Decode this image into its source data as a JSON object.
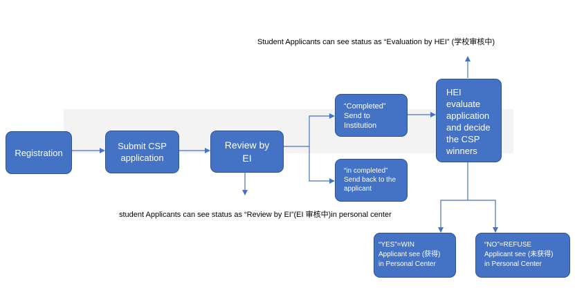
{
  "captions": {
    "top": "Student Applicants can see status as “Evaluation by HEI”  (学校审核中)",
    "bottom": "student Applicants can see status as “Review by EI”(EI 审核中)in personal center"
  },
  "nodes": {
    "registration": "Registration",
    "submit": "Submit CSP\napplication",
    "review": "Review by\nEI",
    "completed": "“Completed”\nSend to\nInstitution",
    "incompleted": "“in completed”\nSend back to the\napplicant",
    "hei": "HEI\nevaluate\napplication\nand decide\nthe CSP\nwinners",
    "win": "“YES”=WIN\n  Applicant see (获得)\n in Personal Center",
    "refuse": "“NO”=REFUSE\n  Applicant see (未获得)\n in Personal Center"
  },
  "colors": {
    "box_fill": "#4472c4",
    "box_border": "#2f528f",
    "arrow": "#4472c4"
  }
}
